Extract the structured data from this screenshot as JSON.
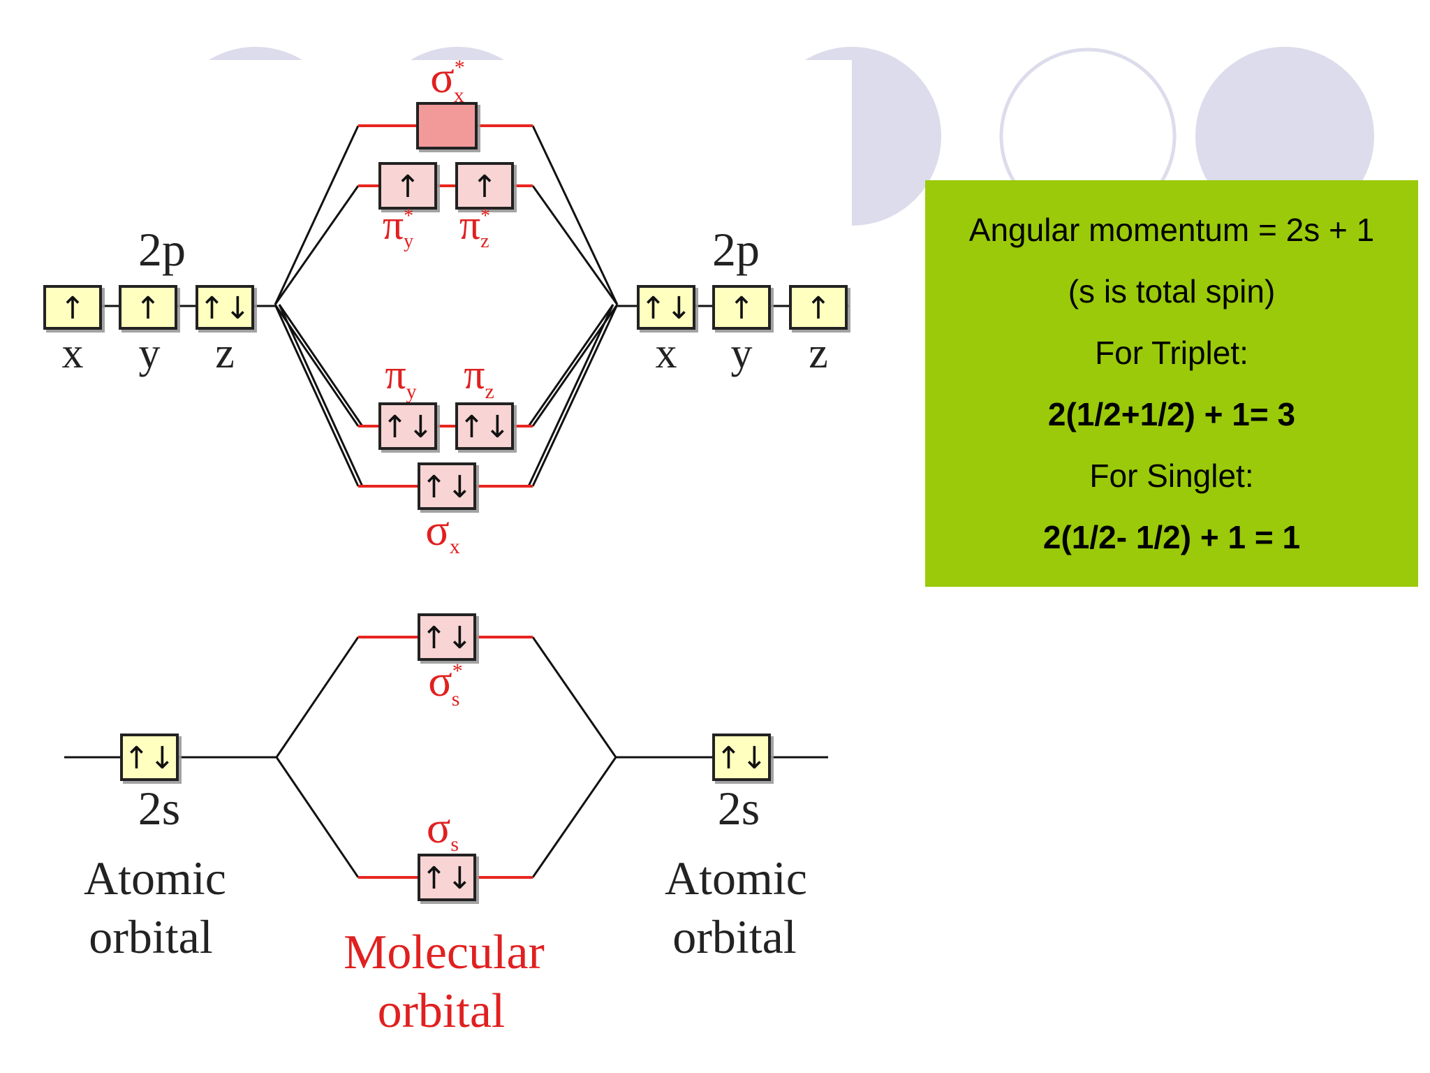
{
  "colors": {
    "atomic_box": "#FFFFC0",
    "molecular_box": "#F8D4D4",
    "antibonding_fill": "#F29A9A",
    "molecular_line": "#E8251F",
    "molecular_text": "#E02020",
    "connector": "#111111",
    "panel_bg": "#9ACA0A",
    "deco_circle": "#DCDCEC"
  },
  "atomic_left": {
    "level_2p": "2p",
    "level_2s": "2s",
    "orbitals_2p": [
      {
        "axis": "x",
        "electrons": "↑"
      },
      {
        "axis": "y",
        "electrons": "↑"
      },
      {
        "axis": "z",
        "electrons": "↑↓"
      }
    ],
    "electrons_2s": "↑↓",
    "caption_line1": "Atomic",
    "caption_line2": "orbital"
  },
  "atomic_right": {
    "level_2p": "2p",
    "level_2s": "2s",
    "orbitals_2p": [
      {
        "axis": "x",
        "electrons": "↑↓"
      },
      {
        "axis": "y",
        "electrons": "↑"
      },
      {
        "axis": "z",
        "electrons": "↑"
      }
    ],
    "electrons_2s": "↑↓",
    "caption_line1": "Atomic",
    "caption_line2": "orbital"
  },
  "molecular": {
    "sigma_x_star": {
      "symbol": "σ",
      "sub": "x",
      "sup": "*",
      "electrons": ""
    },
    "pi_star": [
      {
        "symbol": "π",
        "sub": "y",
        "sup": "*",
        "electrons": "↑"
      },
      {
        "symbol": "π",
        "sub": "z",
        "sup": "*",
        "electrons": "↑"
      }
    ],
    "pi": [
      {
        "symbol": "π",
        "sub": "y",
        "electrons": "↑↓"
      },
      {
        "symbol": "π",
        "sub": "z",
        "electrons": "↑↓"
      }
    ],
    "sigma_x": {
      "symbol": "σ",
      "sub": "x",
      "electrons": "↑↓"
    },
    "sigma_s_star": {
      "symbol": "σ",
      "sub": "s",
      "sup": "*",
      "electrons": "↑↓"
    },
    "sigma_s": {
      "symbol": "σ",
      "sub": "s",
      "electrons": "↑↓"
    },
    "caption_line1": "Molecular",
    "caption_line2": "orbital"
  },
  "info_panel": {
    "lines": [
      {
        "text": "Angular momentum = 2s + 1",
        "bold": false
      },
      {
        "text": "(s is total spin)",
        "bold": false
      },
      {
        "text": "For Triplet:",
        "bold": false
      },
      {
        "text": "2(1/2+1/2) + 1= 3",
        "bold": true
      },
      {
        "text": "For Singlet:",
        "bold": false
      },
      {
        "text": "2(1/2- 1/2) + 1 = 1",
        "bold": true
      }
    ]
  }
}
